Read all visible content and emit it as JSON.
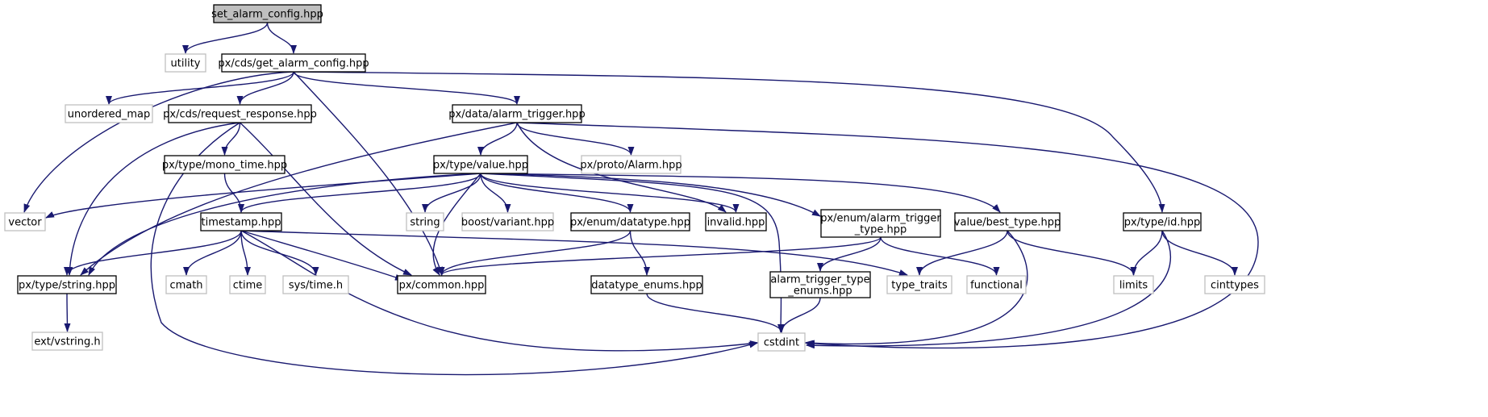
{
  "diagram": {
    "colors": {
      "edge": "#191970",
      "box_border": "#000000",
      "external_border": "#bfbfbf",
      "root_fill": "#bfbfbf",
      "default_fill": "#ffffff",
      "label": "#000000"
    },
    "nodes": [
      {
        "id": "set_alarm_config",
        "label": "set_alarm_config.hpp",
        "kind": "root"
      },
      {
        "id": "utility",
        "label": "utility",
        "kind": "external"
      },
      {
        "id": "get_alarm_config",
        "label": "px/cds/get_alarm_config.hpp",
        "kind": "file"
      },
      {
        "id": "unordered_map",
        "label": "unordered_map",
        "kind": "external"
      },
      {
        "id": "request_response",
        "label": "px/cds/request_response.hpp",
        "kind": "file"
      },
      {
        "id": "alarm_trigger",
        "label": "px/data/alarm_trigger.hpp",
        "kind": "file"
      },
      {
        "id": "mono_time",
        "label": "px/type/mono_time.hpp",
        "kind": "file"
      },
      {
        "id": "value",
        "label": "px/type/value.hpp",
        "kind": "file"
      },
      {
        "id": "proto_alarm",
        "label": "px/proto/Alarm.hpp",
        "kind": "external"
      },
      {
        "id": "vector",
        "label": "vector",
        "kind": "external"
      },
      {
        "id": "timestamp",
        "label": "timestamp.hpp",
        "kind": "file"
      },
      {
        "id": "string",
        "label": "string",
        "kind": "external"
      },
      {
        "id": "boost_variant",
        "label": "boost/variant.hpp",
        "kind": "external"
      },
      {
        "id": "datatype",
        "label": "px/enum/datatype.hpp",
        "kind": "file"
      },
      {
        "id": "invalid",
        "label": "invalid.hpp",
        "kind": "file"
      },
      {
        "id": "alarm_trigger_type",
        "label": "px/enum/alarm_trigger\n_type.hpp",
        "kind": "file"
      },
      {
        "id": "best_type",
        "label": "value/best_type.hpp",
        "kind": "file"
      },
      {
        "id": "id",
        "label": "px/type/id.hpp",
        "kind": "file"
      },
      {
        "id": "type_string",
        "label": "px/type/string.hpp",
        "kind": "file"
      },
      {
        "id": "cmath",
        "label": "cmath",
        "kind": "external"
      },
      {
        "id": "ctime",
        "label": "ctime",
        "kind": "external"
      },
      {
        "id": "sys_time",
        "label": "sys/time.h",
        "kind": "external"
      },
      {
        "id": "common",
        "label": "px/common.hpp",
        "kind": "file"
      },
      {
        "id": "datatype_enums",
        "label": "datatype_enums.hpp",
        "kind": "file"
      },
      {
        "id": "alarm_trigger_type_enums",
        "label": "alarm_trigger_type\n_enums.hpp",
        "kind": "file"
      },
      {
        "id": "type_traits",
        "label": "type_traits",
        "kind": "external"
      },
      {
        "id": "functional",
        "label": "functional",
        "kind": "external"
      },
      {
        "id": "limits",
        "label": "limits",
        "kind": "external"
      },
      {
        "id": "cinttypes",
        "label": "cinttypes",
        "kind": "external"
      },
      {
        "id": "vstring",
        "label": "ext/vstring.h",
        "kind": "external"
      },
      {
        "id": "cstdint",
        "label": "cstdint",
        "kind": "external"
      }
    ],
    "edges": [
      [
        "set_alarm_config",
        "utility"
      ],
      [
        "set_alarm_config",
        "get_alarm_config"
      ],
      [
        "get_alarm_config",
        "vector"
      ],
      [
        "get_alarm_config",
        "unordered_map"
      ],
      [
        "get_alarm_config",
        "request_response"
      ],
      [
        "get_alarm_config",
        "common"
      ],
      [
        "get_alarm_config",
        "alarm_trigger"
      ],
      [
        "get_alarm_config",
        "id"
      ],
      [
        "request_response",
        "type_string"
      ],
      [
        "request_response",
        "cstdint"
      ],
      [
        "request_response",
        "mono_time"
      ],
      [
        "request_response",
        "common"
      ],
      [
        "alarm_trigger",
        "type_string"
      ],
      [
        "alarm_trigger",
        "value"
      ],
      [
        "alarm_trigger",
        "proto_alarm"
      ],
      [
        "alarm_trigger",
        "cstdint"
      ],
      [
        "alarm_trigger",
        "invalid"
      ],
      [
        "mono_time",
        "timestamp"
      ],
      [
        "value",
        "vector"
      ],
      [
        "value",
        "type_string"
      ],
      [
        "value",
        "timestamp"
      ],
      [
        "value",
        "string"
      ],
      [
        "value",
        "boost_variant"
      ],
      [
        "value",
        "common"
      ],
      [
        "value",
        "datatype"
      ],
      [
        "value",
        "invalid"
      ],
      [
        "value",
        "alarm_trigger_type"
      ],
      [
        "value",
        "best_type"
      ],
      [
        "value",
        "cstdint"
      ],
      [
        "timestamp",
        "type_string"
      ],
      [
        "timestamp",
        "cmath"
      ],
      [
        "timestamp",
        "ctime"
      ],
      [
        "timestamp",
        "sys_time"
      ],
      [
        "timestamp",
        "common"
      ],
      [
        "timestamp",
        "cstdint"
      ],
      [
        "timestamp",
        "type_traits"
      ],
      [
        "datatype",
        "common"
      ],
      [
        "datatype",
        "datatype_enums"
      ],
      [
        "alarm_trigger_type",
        "common"
      ],
      [
        "alarm_trigger_type",
        "alarm_trigger_type_enums"
      ],
      [
        "alarm_trigger_type",
        "functional"
      ],
      [
        "best_type",
        "type_traits"
      ],
      [
        "best_type",
        "limits"
      ],
      [
        "best_type",
        "cstdint"
      ],
      [
        "id",
        "limits"
      ],
      [
        "id",
        "cinttypes"
      ],
      [
        "id",
        "cstdint"
      ],
      [
        "type_string",
        "vstring"
      ],
      [
        "datatype_enums",
        "cstdint"
      ],
      [
        "alarm_trigger_type_enums",
        "cstdint"
      ]
    ]
  }
}
